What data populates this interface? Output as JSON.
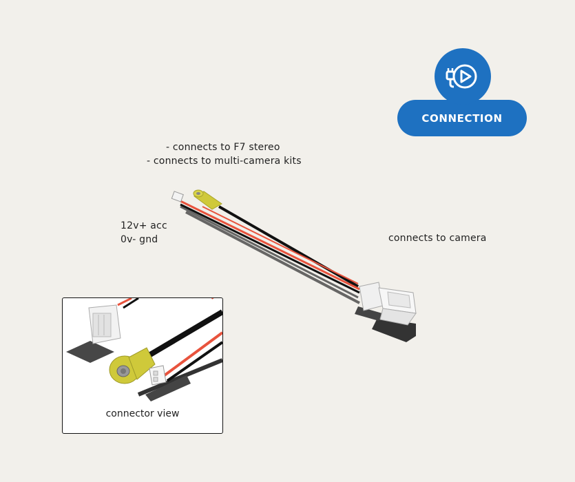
{
  "badge": {
    "label": "CONNECTION",
    "icon": "plug-play-icon",
    "color": "#1e71c1"
  },
  "labels": {
    "stereo": "- connects to F7 stereo",
    "multicam": "- connects to multi-camera kits",
    "power_12v": "12v+ acc",
    "ground": "0v- gnd",
    "camera": "connects to camera"
  },
  "inset": {
    "caption": "connector view"
  },
  "colors": {
    "background": "#f2f0eb",
    "wire_black": "#111111",
    "wire_red": "#e8533d",
    "rca_yellow": "#d4cf3a",
    "connector_white": "#f4f4f4"
  }
}
